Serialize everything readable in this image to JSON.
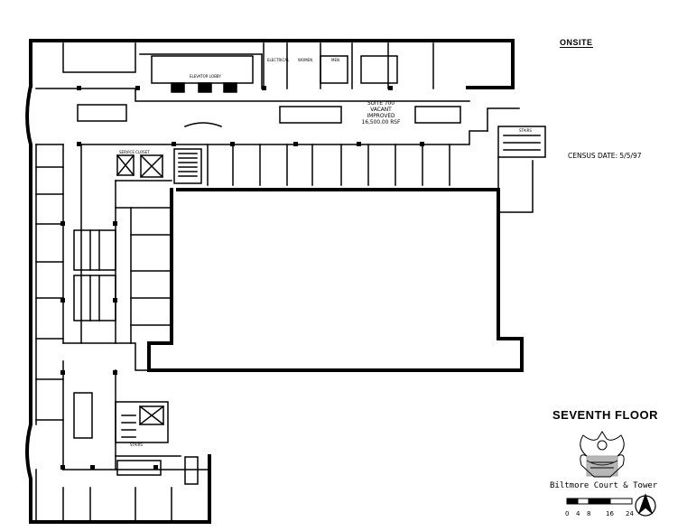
{
  "header": {
    "tag": "ONSITE"
  },
  "census": {
    "text": "CENSUS DATE: 5/5/97"
  },
  "suite": {
    "line1": "SUITE 700",
    "line2": "VACANT",
    "line3": "IMPROVED",
    "line4": "16,500.00 RSF"
  },
  "room_labels": {
    "elevator_lobby": "ELEVATOR LOBBY",
    "electrical": "ELECTRICAL",
    "women": "WOMEN",
    "men": "MEN",
    "stairs_east": "STAIRS",
    "stairs_south": "STAIRS",
    "service_closet": "SERVICE CLOSET"
  },
  "title": {
    "floor": "SEVENTH FLOOR",
    "building": "Biltmore Court & Tower"
  },
  "scale": {
    "ticks": [
      "0",
      "4",
      "8",
      "16",
      "24"
    ]
  },
  "icons": {
    "logo": "biltmore-eagle-emblem-icon",
    "north": "north-arrow-icon"
  }
}
